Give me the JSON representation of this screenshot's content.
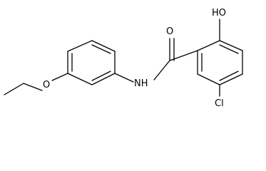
{
  "labels": {
    "oxygen_carbonyl": "O",
    "hydroxyl": "HO",
    "amide_nh": "NH",
    "ether_oxygen": "O",
    "chlorine": "Cl"
  }
}
